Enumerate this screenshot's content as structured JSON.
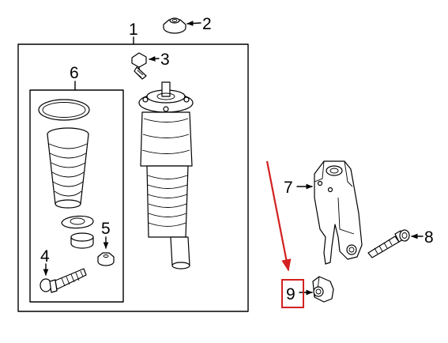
{
  "callouts": {
    "c1": "1",
    "c2": "2",
    "c3": "3",
    "c4": "4",
    "c5": "5",
    "c6": "6",
    "c7": "7",
    "c8": "8",
    "c9": "9"
  },
  "colors": {
    "highlight": "#d42020",
    "ink": "#000000",
    "background": "#ffffff"
  }
}
